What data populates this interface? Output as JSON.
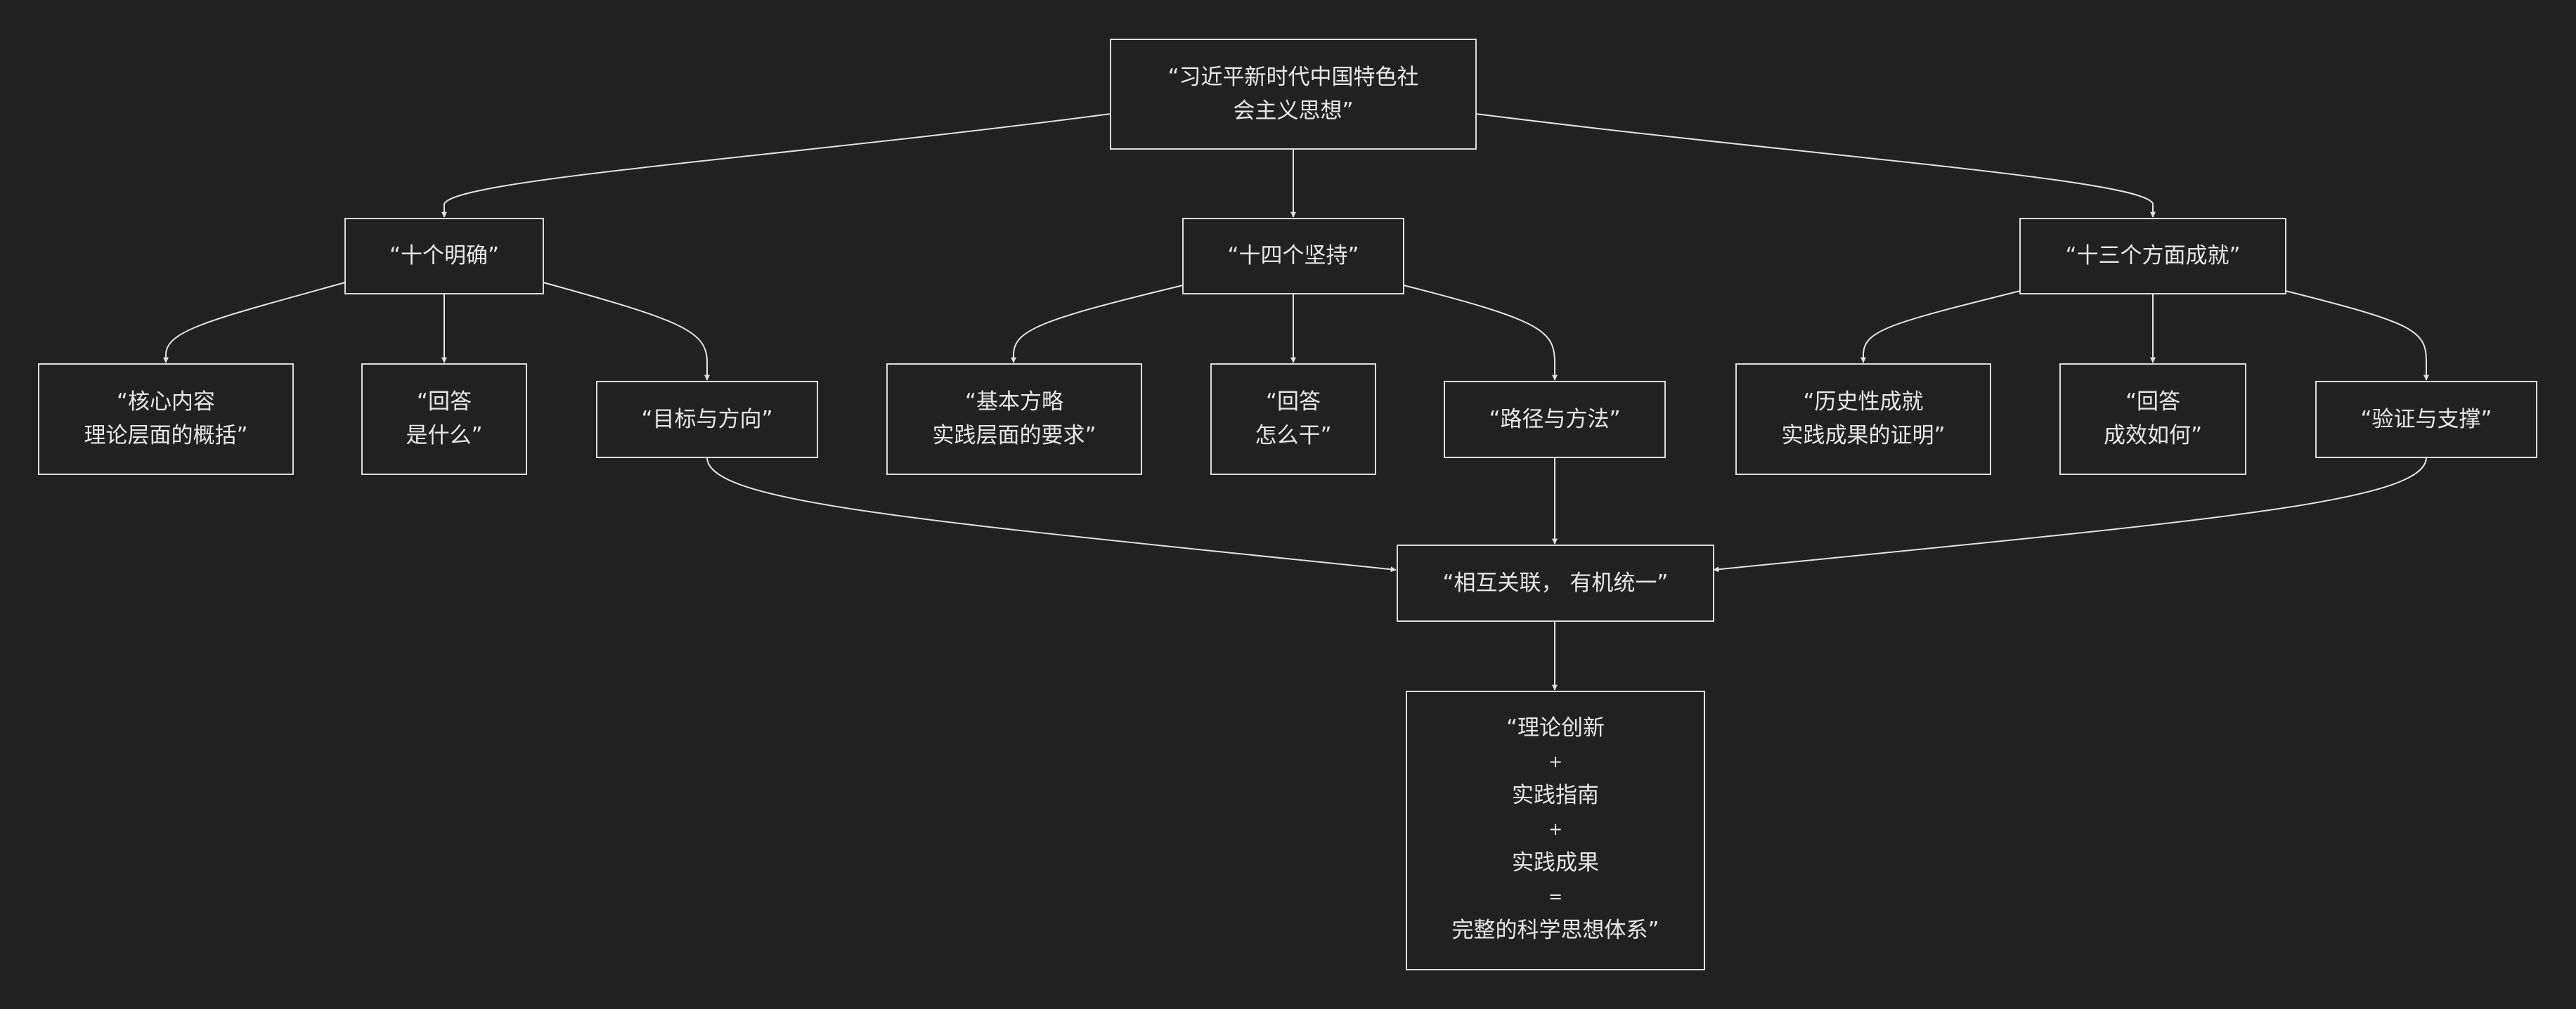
{
  "nodes": {
    "root": [
      "“习近平新时代中国特色社",
      "会主义思想”"
    ],
    "ten_clarifications": [
      "“十个明确”"
    ],
    "fourteen_commitments": [
      "“十四个坚持”"
    ],
    "thirteen_achievements": [
      "“十三个方面成就”"
    ],
    "core_content": [
      "“核心内容",
      "理论层面的概括”"
    ],
    "answer_what": [
      "“回答",
      "是什么”"
    ],
    "goal_direction": [
      "“目标与方向”"
    ],
    "basic_strategy": [
      "“基本方略",
      "实践层面的要求”"
    ],
    "answer_how": [
      "“回答",
      "怎么干”"
    ],
    "path_method": [
      "“路径与方法”"
    ],
    "historic_achievements": [
      "“历史性成就",
      "实践成果的证明”"
    ],
    "answer_effect": [
      "“回答",
      "成效如何”"
    ],
    "verification_support": [
      "“验证与支撑”"
    ],
    "interrelated_unity": [
      "“相互关联， 有机统一”"
    ],
    "complete_system": [
      "“理论创新",
      "+",
      "实践指南",
      "+",
      "实践成果",
      "=",
      "完整的科学思想体系”"
    ]
  }
}
